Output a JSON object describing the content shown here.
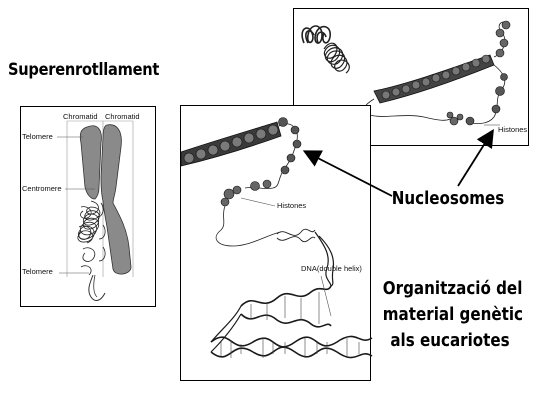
{
  "title": "Superenrotllament",
  "chromosome_panel": {
    "chromatid_labels": [
      "Chromatid",
      "Chromatid"
    ],
    "telomere_top": "Telomere",
    "centromere": "Centromere",
    "telomere_bottom": "Telomere"
  },
  "back_panel": {
    "histones": "Histones"
  },
  "front_panel": {
    "histones": "Histones",
    "dna": "DNA(double helix)"
  },
  "nucleosomes": "Nucleosomes",
  "caption": [
    "Organització del",
    "material genètic",
    "als eucariotes"
  ]
}
